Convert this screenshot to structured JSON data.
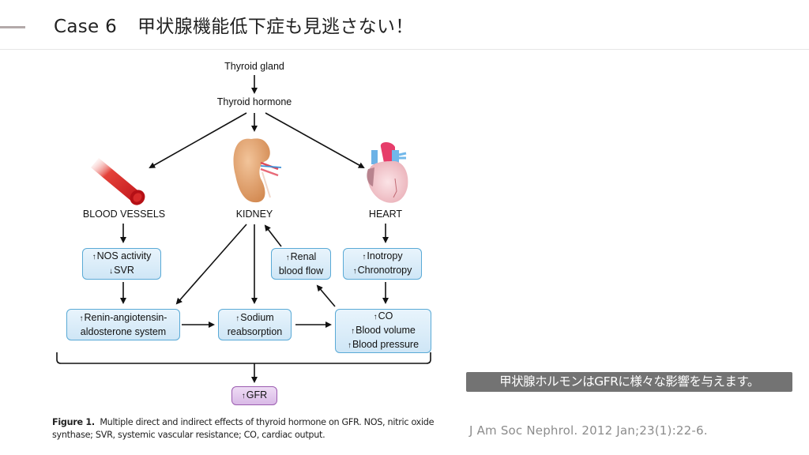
{
  "slide": {
    "case_label": "Case 6",
    "title": "甲状腺機能低下症も見逃さない！"
  },
  "figure": {
    "nodes": {
      "thyroid_gland": "Thyroid gland",
      "thyroid_hormone": "Thyroid hormone",
      "blood_vessels": "BLOOD VESSELS",
      "kidney": "KIDNEY",
      "heart": "HEART"
    },
    "boxes": {
      "nos": {
        "line1": "NOS activity",
        "line2": "SVR"
      },
      "renal": {
        "line1": "Renal",
        "line2": "blood flow"
      },
      "inotropy": {
        "line1": "Inotropy",
        "line2": "Chronotropy"
      },
      "raas": {
        "line1": "Renin-angiotensin-",
        "line2": "aldosterone system"
      },
      "sodium": {
        "line1": "Sodium",
        "line2": "reabsorption"
      },
      "co": {
        "line1": "CO",
        "line2": "Blood volume",
        "line3": "Blood pressure"
      },
      "gfr": {
        "line1": "GFR"
      }
    },
    "icons": [
      "blood-vessel-illustration",
      "kidney-illustration",
      "heart-illustration"
    ],
    "caption_label": "Figure 1.",
    "caption_text": "Multiple direct and indirect effects of thyroid hormone on GFR. NOS, nitric oxide synthase; SVR, systemic vascular resistance; CO, cardiac output."
  },
  "note": {
    "banner": "甲状腺ホルモンはGFRに様々な影響を与えます。",
    "citation": "J Am Soc Nephrol. 2012 Jan;23(1):22-6."
  },
  "colors": {
    "box_border": "#5aaad6",
    "box_fill": "#dcedf9",
    "gfr_border": "#9b5bb0",
    "gfr_fill": "#e3c8ee",
    "banner_bg": "#737373",
    "citation_text": "#8c8c8c"
  }
}
